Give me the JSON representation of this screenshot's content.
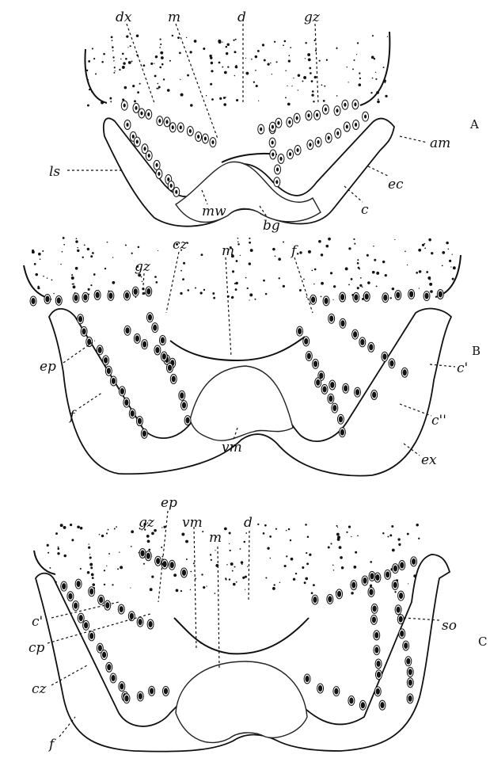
{
  "figures": [
    {
      "panel": "A",
      "labels": {
        "dx": "dx",
        "m": "m",
        "d": "d",
        "gz": "gz",
        "am": "am",
        "ls": "ls",
        "ec": "ec",
        "c": "c",
        "mw": "mw",
        "bg": "bg"
      }
    },
    {
      "panel": "B",
      "labels": {
        "gz": "gz",
        "cz": "cz",
        "m": "m",
        "f": "f",
        "ep": "ep",
        "c1": "c'",
        "f2": "f",
        "c2": "c''",
        "vm": "vm",
        "ex": "ex"
      }
    },
    {
      "panel": "C",
      "labels": {
        "ep": "ep",
        "gz": "gz",
        "vm": "vm",
        "m": "m",
        "d": "d",
        "c1": "c'",
        "cp": "cp",
        "cz": "cz",
        "f": "f",
        "so": "so"
      }
    }
  ]
}
